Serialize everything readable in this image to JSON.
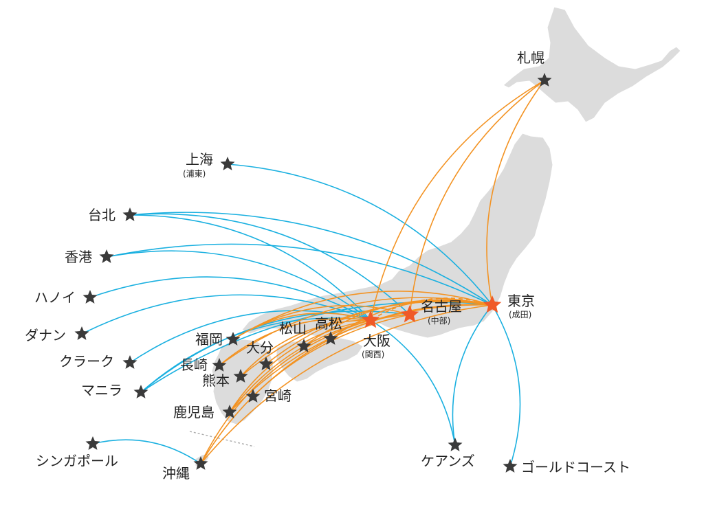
{
  "colors": {
    "land": "#dcdcdc",
    "land_stroke": "#ffffff",
    "star_city": "#3a3a3a",
    "star_hub": "#f05a28",
    "route_international": "#1ab0e0",
    "route_domestic": "#f39323",
    "label": "#222222"
  },
  "hubs": [
    {
      "id": "tokyo",
      "name": "東京",
      "sub": "(成田)"
    },
    {
      "id": "nagoya",
      "name": "名古屋",
      "sub": "(中部)"
    },
    {
      "id": "osaka",
      "name": "大阪",
      "sub": "(関西)"
    }
  ],
  "cities": [
    {
      "id": "sapporo",
      "name": "札幌"
    },
    {
      "id": "shanghai",
      "name": "上海",
      "sub": "(浦東)"
    },
    {
      "id": "taipei",
      "name": "台北"
    },
    {
      "id": "hongkong",
      "name": "香港"
    },
    {
      "id": "hanoi",
      "name": "ハノイ"
    },
    {
      "id": "danang",
      "name": "ダナン"
    },
    {
      "id": "clark",
      "name": "クラーク"
    },
    {
      "id": "manila",
      "name": "マニラ"
    },
    {
      "id": "fukuoka",
      "name": "福岡"
    },
    {
      "id": "nagasaki",
      "name": "長崎"
    },
    {
      "id": "kumamoto",
      "name": "熊本"
    },
    {
      "id": "oita",
      "name": "大分"
    },
    {
      "id": "miyazaki",
      "name": "宮崎"
    },
    {
      "id": "kagoshima",
      "name": "鹿児島"
    },
    {
      "id": "matsuyama",
      "name": "松山"
    },
    {
      "id": "takamatsu",
      "name": "高松"
    },
    {
      "id": "okinawa",
      "name": "沖縄"
    },
    {
      "id": "singapore",
      "name": "シンガポール"
    },
    {
      "id": "cairns",
      "name": "ケアンズ"
    },
    {
      "id": "goldcoast",
      "name": "ゴールドコースト"
    }
  ],
  "routes": [
    {
      "from": "tokyo",
      "to": "shanghai",
      "type": "international"
    },
    {
      "from": "tokyo",
      "to": "taipei",
      "type": "international"
    },
    {
      "from": "tokyo",
      "to": "hongkong",
      "type": "international"
    },
    {
      "from": "tokyo",
      "to": "manila",
      "type": "international"
    },
    {
      "from": "tokyo",
      "to": "cairns",
      "type": "international"
    },
    {
      "from": "tokyo",
      "to": "goldcoast",
      "type": "international"
    },
    {
      "from": "nagoya",
      "to": "taipei",
      "type": "international"
    },
    {
      "from": "nagoya",
      "to": "manila",
      "type": "international"
    },
    {
      "from": "osaka",
      "to": "taipei",
      "type": "international"
    },
    {
      "from": "osaka",
      "to": "hongkong",
      "type": "international"
    },
    {
      "from": "osaka",
      "to": "hanoi",
      "type": "international"
    },
    {
      "from": "osaka",
      "to": "danang",
      "type": "international"
    },
    {
      "from": "osaka",
      "to": "clark",
      "type": "international"
    },
    {
      "from": "osaka",
      "to": "manila",
      "type": "international"
    },
    {
      "from": "osaka",
      "to": "cairns",
      "type": "international"
    },
    {
      "from": "okinawa",
      "to": "singapore",
      "type": "international"
    },
    {
      "from": "tokyo",
      "to": "sapporo",
      "type": "domestic"
    },
    {
      "from": "nagoya",
      "to": "sapporo",
      "type": "domestic"
    },
    {
      "from": "osaka",
      "to": "sapporo",
      "type": "domestic"
    },
    {
      "from": "tokyo",
      "to": "fukuoka",
      "type": "domestic"
    },
    {
      "from": "tokyo",
      "to": "nagasaki",
      "type": "domestic"
    },
    {
      "from": "tokyo",
      "to": "kumamoto",
      "type": "domestic"
    },
    {
      "from": "tokyo",
      "to": "oita",
      "type": "domestic"
    },
    {
      "from": "tokyo",
      "to": "miyazaki",
      "type": "domestic"
    },
    {
      "from": "tokyo",
      "to": "kagoshima",
      "type": "domestic"
    },
    {
      "from": "tokyo",
      "to": "matsuyama",
      "type": "domestic"
    },
    {
      "from": "tokyo",
      "to": "takamatsu",
      "type": "domestic"
    },
    {
      "from": "tokyo",
      "to": "okinawa",
      "type": "domestic"
    },
    {
      "from": "nagoya",
      "to": "fukuoka",
      "type": "domestic"
    },
    {
      "from": "nagoya",
      "to": "kagoshima",
      "type": "domestic"
    },
    {
      "from": "nagoya",
      "to": "okinawa",
      "type": "domestic"
    },
    {
      "from": "osaka",
      "to": "fukuoka",
      "type": "domestic"
    },
    {
      "from": "osaka",
      "to": "nagasaki",
      "type": "domestic"
    },
    {
      "from": "osaka",
      "to": "kumamoto",
      "type": "domestic"
    },
    {
      "from": "osaka",
      "to": "kagoshima",
      "type": "domestic"
    },
    {
      "from": "osaka",
      "to": "okinawa",
      "type": "domestic"
    },
    {
      "from": "tokyo",
      "to": "osaka",
      "type": "domestic-dashed"
    }
  ]
}
